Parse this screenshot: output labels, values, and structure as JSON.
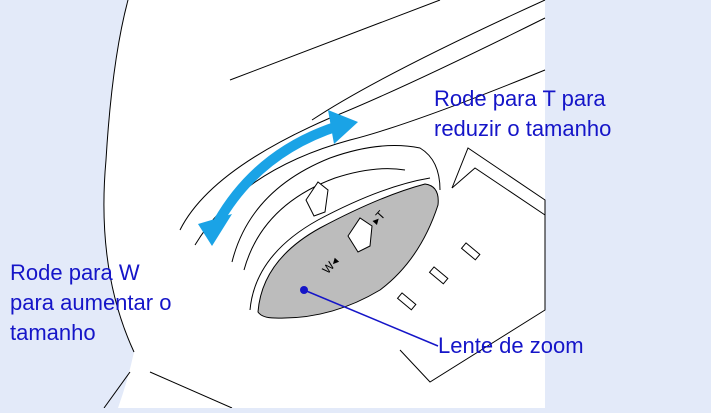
{
  "callouts": {
    "tele": [
      "Rode para T para",
      "reduzir o tamanho"
    ],
    "wide": [
      "Rode para W",
      "para aumentar o",
      "tamanho"
    ],
    "lens": "Lente de zoom"
  },
  "dial": {
    "t_mark": "▸T",
    "w_mark": "W◂"
  },
  "colors": {
    "background": "#e3eaf9",
    "label_text": "#1515c8",
    "leader_line": "#1515c8",
    "arrow": "#1aa3e6",
    "zoom_ring": "#bcbcbc",
    "outline": "#000000"
  }
}
